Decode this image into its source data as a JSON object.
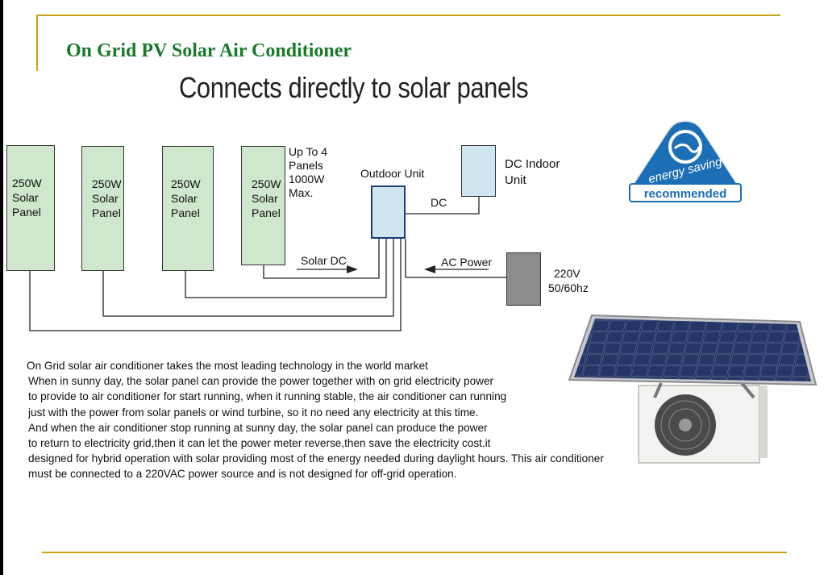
{
  "title": "On Grid PV Solar Air Conditioner",
  "subtitle": "Connects directly to solar panels",
  "panels": [
    {
      "watt": "250W",
      "name": "Solar",
      "unit": "Panel"
    },
    {
      "watt": "250W",
      "name": "Solar",
      "unit": "Panel"
    },
    {
      "watt": "250W",
      "name": "Solar",
      "unit": "Panel"
    },
    {
      "watt": "250W",
      "name": "Solar",
      "unit": "Panel"
    }
  ],
  "panel_note": [
    "Up To 4",
    "Panels",
    "1000W",
    "Max."
  ],
  "outdoor_unit": "Outdoor Unit",
  "indoor_unit": [
    "DC Indoor",
    "Unit"
  ],
  "dc_label": "DC",
  "solar_dc_label": "Solar DC",
  "ac_power_label": "AC Power",
  "power_source": [
    "220V",
    "50/60hz"
  ],
  "badge": {
    "line1": "energy saving",
    "line2": "recommended"
  },
  "paragraph": [
    "On Grid solar air conditioner takes the most leading technology in the world market",
    "When in sunny day, the solar panel can provide the power together with on grid electricity power",
    "to provide to air conditioner for start running, when it running stable, the air conditioner can running",
    "just with the power from solar panels or wind turbine, so it no need any electricity at this time.",
    "And when the air conditioner stop running at sunny day, the solar panel can produce the power",
    "to return to electricity grid,then it can let the power meter reverse,then save the electricity cost.it",
    "designed for hybrid operation with solar providing most of the energy needed during daylight hours. This air conditioner",
    "must be connected to a 220VAC power source and is not designed for off-grid operation."
  ],
  "colors": {
    "title_green": "#1a7a2a",
    "rule_gold": "#c8a41e",
    "panel_fill": "#cfe7cc",
    "unit_fill": "#cfe6f0",
    "badge_blue": "#1c6fb5"
  }
}
